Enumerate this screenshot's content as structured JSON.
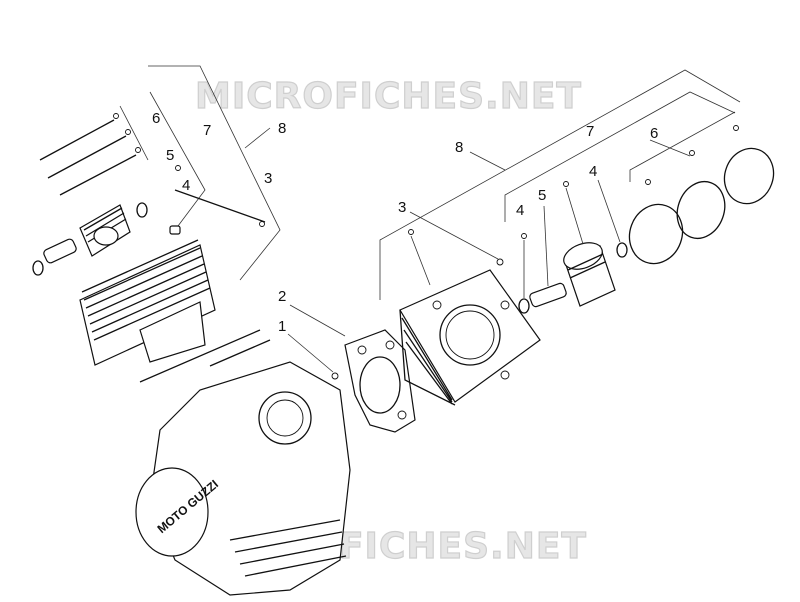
{
  "watermark": {
    "top": "MICROFICHES.NET",
    "bottom": "MICROFICHES.NET"
  },
  "brand_on_cover": "MOTO GUZZI",
  "callouts": {
    "left_1": "1",
    "left_2": "2",
    "left_3": "3",
    "left_4": "4",
    "left_5": "5",
    "left_6": "6",
    "left_7": "7",
    "left_8": "8",
    "right_3": "3",
    "right_4a": "4",
    "right_5": "5",
    "right_4b": "4",
    "right_6": "6",
    "right_7": "7",
    "right_8": "8"
  },
  "colors": {
    "line": "#111111",
    "watermark_fill": "#e6e6e6",
    "background": "#ffffff"
  }
}
